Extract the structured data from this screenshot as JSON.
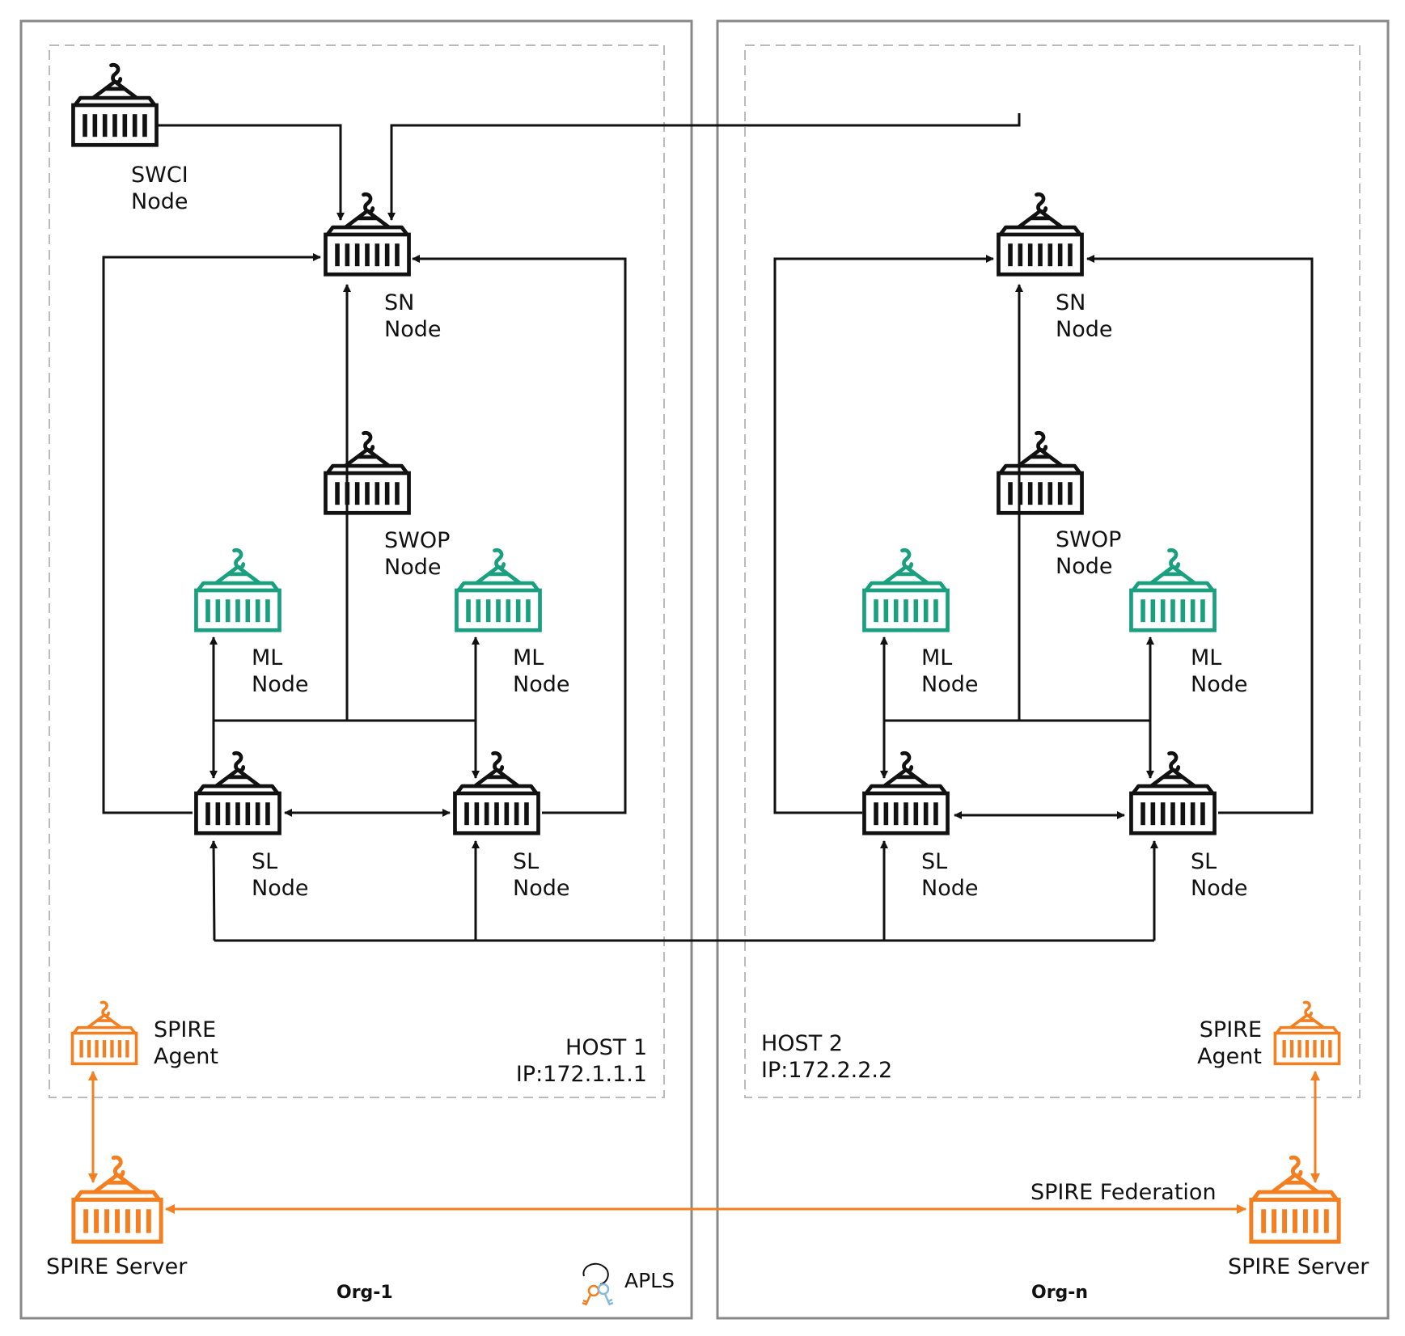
{
  "colors": {
    "black": "#111111",
    "green": "#1aa07e",
    "orange": "#f47f20",
    "host_border": "#888888",
    "dashed": "#bbbbbb"
  },
  "org1": {
    "name": "Org-1",
    "host": {
      "name": "HOST 1",
      "ip": "IP:172.1.1.1"
    },
    "swci": {
      "line1": "SWCI",
      "line2": "Node"
    },
    "sn": {
      "line1": "SN",
      "line2": "Node"
    },
    "swop": {
      "line1": "SWOP",
      "line2": "Node"
    },
    "ml_left": {
      "line1": "ML",
      "line2": "Node"
    },
    "ml_right": {
      "line1": "ML",
      "line2": "Node"
    },
    "sl_left": {
      "line1": "SL",
      "line2": "Node"
    },
    "sl_right": {
      "line1": "SL",
      "line2": "Node"
    },
    "spire_agent": {
      "line1": "SPIRE",
      "line2": "Agent"
    },
    "spire_server": "SPIRE Server",
    "apls": "APLS"
  },
  "orgn": {
    "name": "Org-n",
    "host": {
      "name": "HOST 2",
      "ip": "IP:172.2.2.2"
    },
    "sn": {
      "line1": "SN",
      "line2": "Node"
    },
    "swop": {
      "line1": "SWOP",
      "line2": "Node"
    },
    "ml_left": {
      "line1": "ML",
      "line2": "Node"
    },
    "ml_right": {
      "line1": "ML",
      "line2": "Node"
    },
    "sl_left": {
      "line1": "SL",
      "line2": "Node"
    },
    "sl_right": {
      "line1": "SL",
      "line2": "Node"
    },
    "spire_agent": {
      "line1": "SPIRE",
      "line2": "Agent"
    },
    "spire_server": "SPIRE Server"
  },
  "federation": "SPIRE Federation",
  "icons": {
    "container": "container-crane-icon",
    "apls": "apls-key-icon"
  }
}
